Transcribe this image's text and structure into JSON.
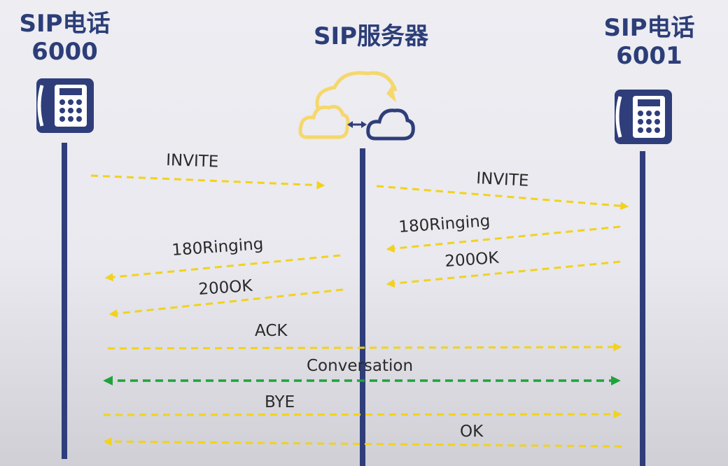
{
  "left_phone": {
    "line1": "SIP电话",
    "line2": "6000"
  },
  "server": {
    "label": "SIP服务器"
  },
  "right_phone": {
    "line1": "SIP电话",
    "line2": "6001"
  },
  "messages": {
    "invite_left": "INVITE",
    "invite_right": "INVITE",
    "ringing_right": "180Ringing",
    "ringing_left": "180Ringing",
    "ok_right": "200OK",
    "ok_left": "200OK",
    "ack": "ACK",
    "conversation": "Conversation",
    "bye": "BYE",
    "ok_final": "OK"
  },
  "colors": {
    "lifeline": "#2f3e7a",
    "signal": "#f2d21c",
    "conversation": "#1fa33a",
    "title": "#2c3e78",
    "cloud_yellow": "#f6d76a"
  },
  "icons": [
    "phone-icon",
    "cloud-icon"
  ]
}
